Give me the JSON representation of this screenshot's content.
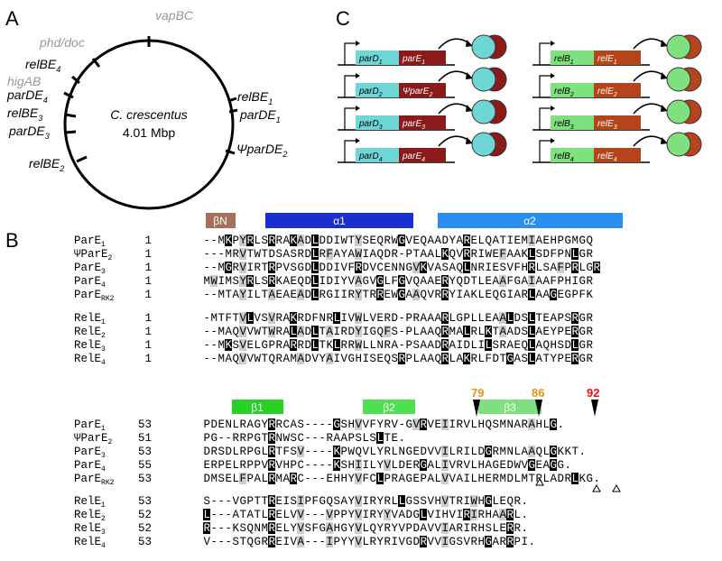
{
  "panel_a": {
    "label": "A",
    "center_title": "C. crescentus",
    "center_size": "4.01 Mbp",
    "loci": [
      "vapBC",
      "phd/doc",
      "relBE4",
      "higAB",
      "parDE4",
      "relBE3",
      "parDE3",
      "relBE2",
      "relBE1",
      "parDE1",
      "ΨparDE2"
    ]
  },
  "panel_b": {
    "label": "B",
    "structures_top": [
      "βN",
      "α1",
      "α2"
    ],
    "structures_bottom": [
      "β1",
      "β2",
      "β3"
    ],
    "markers": [
      "79",
      "86",
      "92"
    ],
    "block1": [
      {
        "name": "ParE",
        "sub": "1",
        "start": "1",
        "seq": "--MKPYRLSRRAKADLDDIWTYSEQRWGVEQAADYAREL QATIEMIAEHPGMGQ"
      },
      {
        "name": "ΨParE",
        "sub": "2",
        "start": "1",
        "seq": "---MRVTWTDSASRDLRFAYAWIAQDR-PTAALKQVRRIWEFAAKLSDFPNLGR"
      },
      {
        "name": "ParE",
        "sub": "3",
        "start": "1",
        "seq": "--MGRVIRTRPVSGDLDDIVFRDVCENNGVKVASAQLNRIESVFHRLSAFPRLGR"
      },
      {
        "name": "ParE",
        "sub": "4",
        "start": "1",
        "seq": "MWIMSYRLSRKAEQDLIDIYVAGVGLFGVQAAERYQDTLEAAFGAIAAFPHIGR"
      },
      {
        "name": "ParE",
        "sub": "RK2",
        "start": "1",
        "seq": "--MTAYILTAEAEADLRGIIRYTRREWGAAQVRRYIAKLEQGIARLAAGEGPFK"
      }
    ],
    "block2": [
      {
        "name": "RelE",
        "sub": "1",
        "start": "1",
        "seq": "-MTFTVLVSVRAKRDFNRLIVWLVERD-PRAAARLGPLLEAALDSLTEAPSRGR"
      },
      {
        "name": "RelE",
        "sub": "2",
        "start": "1",
        "seq": "--MAQVVWTWRALADLTAIRDYIGQFS-PLAAQRMALRLKTAADSLAEYPERGR"
      },
      {
        "name": "RelE",
        "sub": "3",
        "start": "1",
        "seq": "--MKSVELGPRARRDLTKLRRWLLNRA-PSAADRAIDLILSRAEQLAQHSDLGR"
      },
      {
        "name": "RelE",
        "sub": "4",
        "start": "1",
        "seq": "--MAQVVWTQRAMADVYAIVGHISEQSRPLAAQRLAKRLFDTGASLATYPERGR"
      }
    ],
    "block3": [
      {
        "name": "ParE",
        "sub": "1",
        "start": "53",
        "seq": "PDENLRAGYRRCAS----GSHVVFYRV-GVRVEIIRVLHQSMNARAHLG."
      },
      {
        "name": "ΨParE",
        "sub": "2",
        "start": "51",
        "seq": "PG--RRPGTRNWSC---RAAPSLSLTE."
      },
      {
        "name": "ParE",
        "sub": "3",
        "start": "53",
        "seq": "DRSDLRPGLRTFSV----KPWQVLYRLNGEDVVILRILDGRMNLAAQLGKKT."
      },
      {
        "name": "ParE",
        "sub": "4",
        "start": "55",
        "seq": "ERPELRPPVRVHPC----KSHIILYVLDERGALIVRVLHAGEDWVGEAGG."
      },
      {
        "name": "ParE",
        "sub": "RK2",
        "start": "53",
        "seq": "DMSELFPALRMARC---EHHYVFCLPRAGEPALVVAILHERMDLMTRLADRLKG."
      }
    ],
    "block4": [
      {
        "name": "RelE",
        "sub": "1",
        "start": "53",
        "seq": "S---VGPTTREISIPFGQSAYVIRYRLLGSSVHVTRIWHGLEQR."
      },
      {
        "name": "RelE",
        "sub": "2",
        "start": "52",
        "seq": "L---ATATLRELVV---VPPYVIRYYVADGLVIHVIRIRHAARL."
      },
      {
        "name": "RelE",
        "sub": "3",
        "start": "52",
        "seq": "R---KSQNMRELYVSFGAHGYVLQYRYVPDAVVIARIRHSLERR."
      },
      {
        "name": "RelE",
        "sub": "4",
        "start": "53",
        "seq": "V---STQGRREIVA---IPYYVLRYRIVGDRVVIGSVRHGARRPI."
      }
    ]
  },
  "panel_c": {
    "label": "C",
    "left": [
      {
        "antitoxin": "parD",
        "a_sub": "1",
        "toxin": "parE",
        "t_sub": "1"
      },
      {
        "antitoxin": "parD",
        "a_sub": "2",
        "toxin": "ΨparE",
        "t_sub": "2"
      },
      {
        "antitoxin": "parD",
        "a_sub": "3",
        "toxin": "parE",
        "t_sub": "3"
      },
      {
        "antitoxin": "parD",
        "a_sub": "4",
        "toxin": "parE",
        "t_sub": "4"
      }
    ],
    "right": [
      {
        "antitoxin": "relB",
        "a_sub": "1",
        "toxin": "relE",
        "t_sub": "1"
      },
      {
        "antitoxin": "relB",
        "a_sub": "2",
        "toxin": "relE",
        "t_sub": "2"
      },
      {
        "antitoxin": "relB",
        "a_sub": "3",
        "toxin": "relE",
        "t_sub": "3"
      },
      {
        "antitoxin": "relB",
        "a_sub": "4",
        "toxin": "relE",
        "t_sub": "4"
      }
    ]
  },
  "colors": {
    "parD": "#6fd6d6",
    "parE": "#8b1a1a",
    "relB": "#7ee07e",
    "relE": "#b5441b",
    "helix_dark": "#1a2fd1",
    "helix_light": "#2a8ef0",
    "strand": "#27d127",
    "betaN": "#a5705a",
    "marker_orange": "#e8911a",
    "marker_red": "#e11"
  }
}
